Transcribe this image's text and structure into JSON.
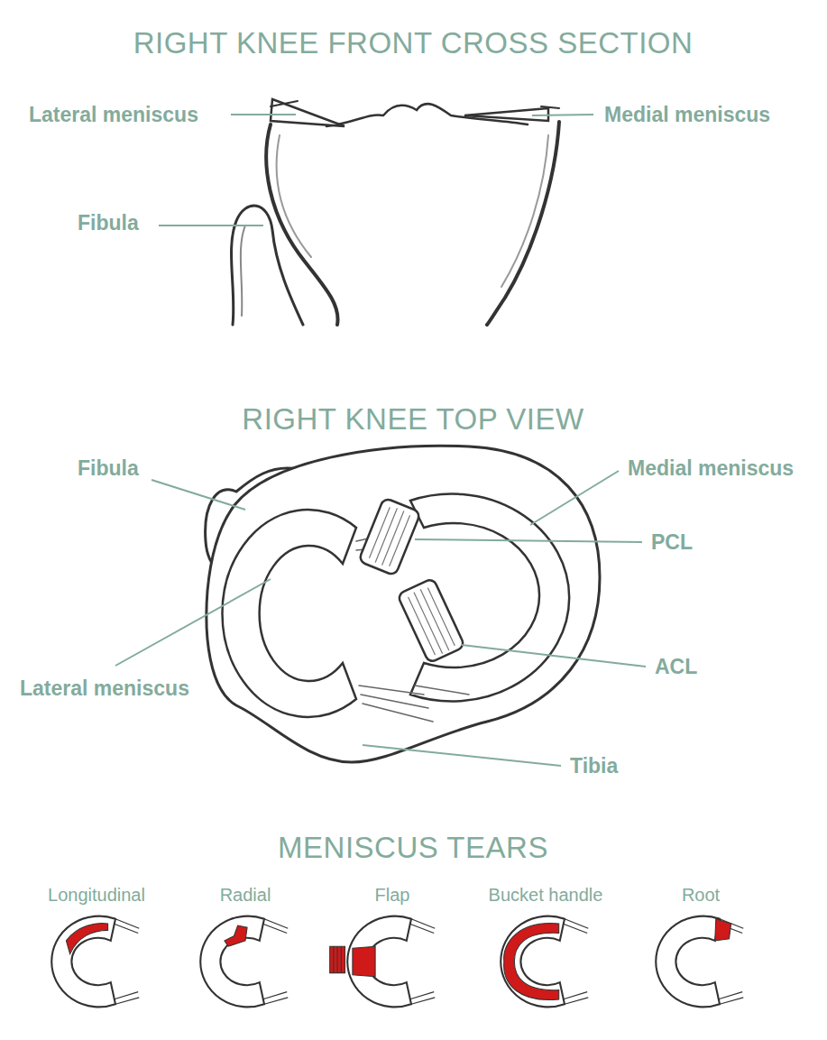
{
  "diagram": {
    "labels": [
      "RIGHT KNEE FRONT CROSS SECTION",
      "Lateral meniscus",
      "Medial meniscus",
      "Fibula",
      "RIGHT KNEE TOP VIEW",
      "Fibula",
      "Medial meniscus",
      "PCL",
      "Lateral meniscus",
      "ACL",
      "Tibia",
      "MENISCUS TEARS",
      "Longitudinal",
      "Radial",
      "Flap",
      "Bucket handle",
      "Root"
    ]
  }
}
